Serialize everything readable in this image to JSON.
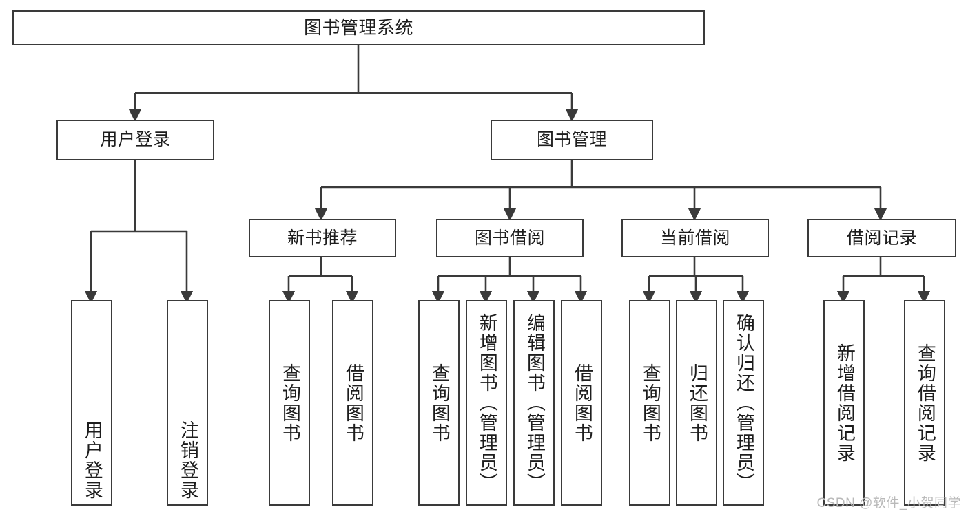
{
  "diagram": {
    "type": "tree",
    "title": "图书管理系统",
    "root": {
      "label": "图书管理系统"
    },
    "level2": [
      {
        "label": "用户登录"
      },
      {
        "label": "图书管理"
      }
    ],
    "level3": [
      {
        "label": "新书推荐"
      },
      {
        "label": "图书借阅"
      },
      {
        "label": "当前借阅"
      },
      {
        "label": "借阅记录"
      }
    ],
    "leaves": {
      "user_login": [
        {
          "label": "用户登录"
        },
        {
          "label": "注销登录"
        }
      ],
      "new_book_recommend": [
        {
          "label": "查询图书"
        },
        {
          "label": "借阅图书"
        }
      ],
      "book_borrow": [
        {
          "label": "查询图书"
        },
        {
          "label": "新增图书（管理员）"
        },
        {
          "label": "编辑图书（管理员）"
        },
        {
          "label": "借阅图书"
        }
      ],
      "current_borrow": [
        {
          "label": "查询图书"
        },
        {
          "label": "归还图书"
        },
        {
          "label": "确认归还（管理员）"
        }
      ],
      "borrow_record": [
        {
          "label": "新增借阅记录"
        },
        {
          "label": "查询借阅记录"
        }
      ]
    }
  },
  "watermark": {
    "text": "CSDN @软件_小贺同学"
  },
  "colors": {
    "stroke": "#3a3a3a",
    "text": "#1d1d1d",
    "background": "#ffffff",
    "watermark": "#b9b9b9"
  }
}
